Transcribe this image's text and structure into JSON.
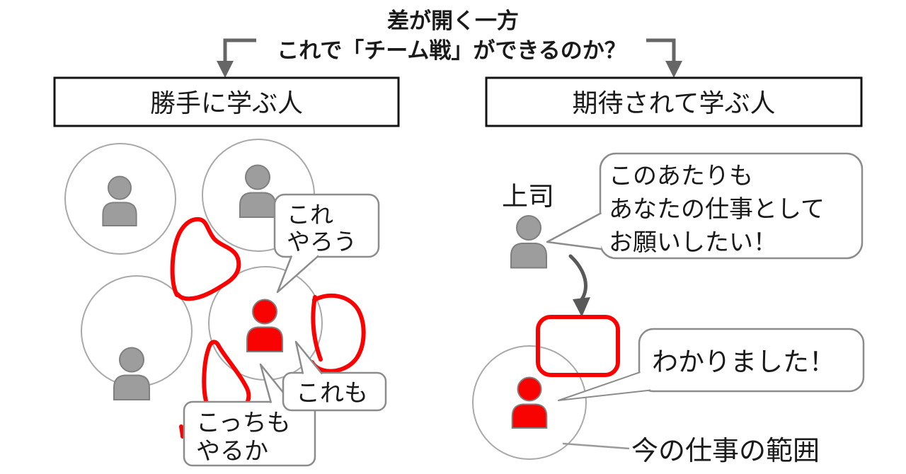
{
  "title": {
    "line1": "差が開く一方",
    "line2": "これで「チーム戦」ができるのか？"
  },
  "left_panel": {
    "header": "勝手に学ぶ人",
    "self_bubble_1": {
      "line1": "これ",
      "line2": "やろう"
    },
    "self_bubble_2": {
      "line1": "これも"
    },
    "self_bubble_3": {
      "line1": "こっちも",
      "line2": "やるか"
    }
  },
  "right_panel": {
    "header": "期待されて学ぶ人",
    "boss_label": "上司",
    "boss_bubble": {
      "line1": "このあたりも",
      "line2": "あなたの仕事として",
      "line3": "お願いしたい！"
    },
    "reply_bubble": {
      "line1": "わかりました！"
    },
    "scope_label": "今の仕事の範囲"
  },
  "colors": {
    "accent_red": "#f80202",
    "person_gray": "#9d9d9d",
    "person_outline": "#7f7f7f",
    "circle_outline": "#a9a9a9",
    "arrow_gray": "#595959",
    "bubble_border": "#8c8c8c",
    "box_border": "#141414"
  }
}
